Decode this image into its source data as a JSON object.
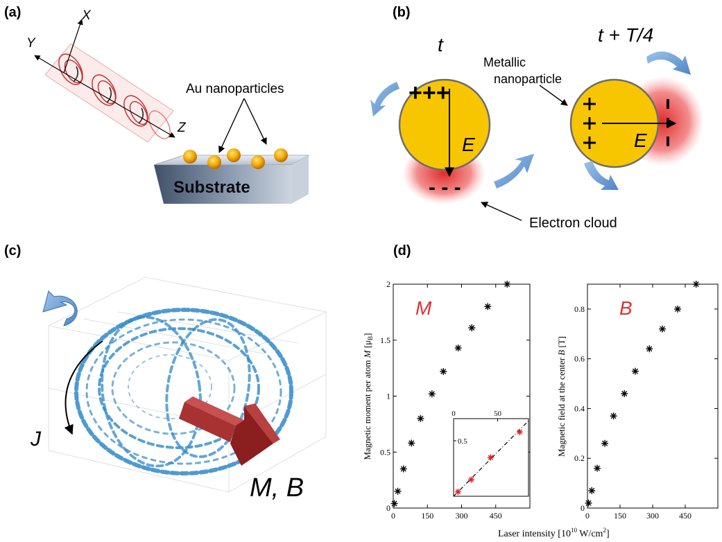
{
  "panels": {
    "a": {
      "label": "(a)",
      "axes": {
        "x": "X",
        "y": "Y",
        "z": "Z"
      },
      "particles_label": "Au nanoparticles",
      "substrate_label": "Substrate"
    },
    "b": {
      "label": "(b)",
      "time_left": "t",
      "time_right": "t + T/4",
      "nanoparticle_label": "Metallic nanoparticle",
      "nanoparticle_label_line1": "Metallic",
      "nanoparticle_label_line2": "nanoparticle",
      "field_label": "E",
      "cloud_label": "Electron cloud",
      "plus_top": "+++",
      "minus_bottom": "- - -"
    },
    "c": {
      "label": "(c)",
      "current_label": "J",
      "vector_label": "M, B"
    },
    "d": {
      "label": "(d)",
      "shared_xlabel": "Laser intensity [10^10 W/cm^2]"
    }
  },
  "colors": {
    "gold": "#f7c600",
    "cloud_red": "#e02020",
    "arrow_blue": "#6a9fd8",
    "marker_red": "#e02020",
    "vector_dark_red": "#8b1e1e"
  },
  "chart_data": [
    {
      "type": "scatter",
      "title": "M",
      "ylabel": "Magnetic moment per atom  M [μB]",
      "xlabel": "",
      "xlim": [
        0,
        600
      ],
      "ylim": [
        0,
        2
      ],
      "xticks": [
        0,
        150,
        300,
        450
      ],
      "yticks": [
        0,
        0.5,
        1,
        1.5,
        2
      ],
      "ytick_labels": [
        "0",
        "0.5",
        "1",
        "1.5",
        "2"
      ],
      "series": [
        {
          "x": [
            5,
            20,
            45,
            80,
            120,
            170,
            220,
            285,
            345,
            415,
            500
          ],
          "y": [
            0.04,
            0.15,
            0.35,
            0.58,
            0.8,
            1.02,
            1.22,
            1.43,
            1.61,
            1.8,
            2.0
          ]
        }
      ],
      "inset": {
        "type": "scatter",
        "xlim": [
          0,
          85
        ],
        "ylim": [
          0,
          0.7
        ],
        "xticks": [
          0,
          50
        ],
        "yticks": [
          0.5
        ],
        "series": [
          {
            "x": [
              5,
              20,
              42,
              75
            ],
            "y": [
              0.04,
              0.15,
              0.35,
              0.58
            ]
          }
        ],
        "fit_line": {
          "x": [
            0,
            85
          ],
          "y": [
            0.0,
            0.68
          ]
        }
      }
    },
    {
      "type": "scatter",
      "title": "B",
      "ylabel": "Magnetic field at the center  B [T]",
      "xlabel": "",
      "xlim": [
        0,
        600
      ],
      "ylim": [
        0,
        0.9
      ],
      "xticks": [
        0,
        150,
        300,
        450
      ],
      "yticks": [
        0,
        0.2,
        0.4,
        0.6,
        0.8
      ],
      "ytick_labels": [
        "0",
        "0.2",
        "0.4",
        "0.6",
        "0.8"
      ],
      "series": [
        {
          "x": [
            5,
            20,
            45,
            80,
            120,
            170,
            220,
            285,
            345,
            415,
            500
          ],
          "y": [
            0.02,
            0.07,
            0.16,
            0.26,
            0.37,
            0.46,
            0.55,
            0.64,
            0.72,
            0.8,
            0.9
          ]
        }
      ]
    }
  ]
}
